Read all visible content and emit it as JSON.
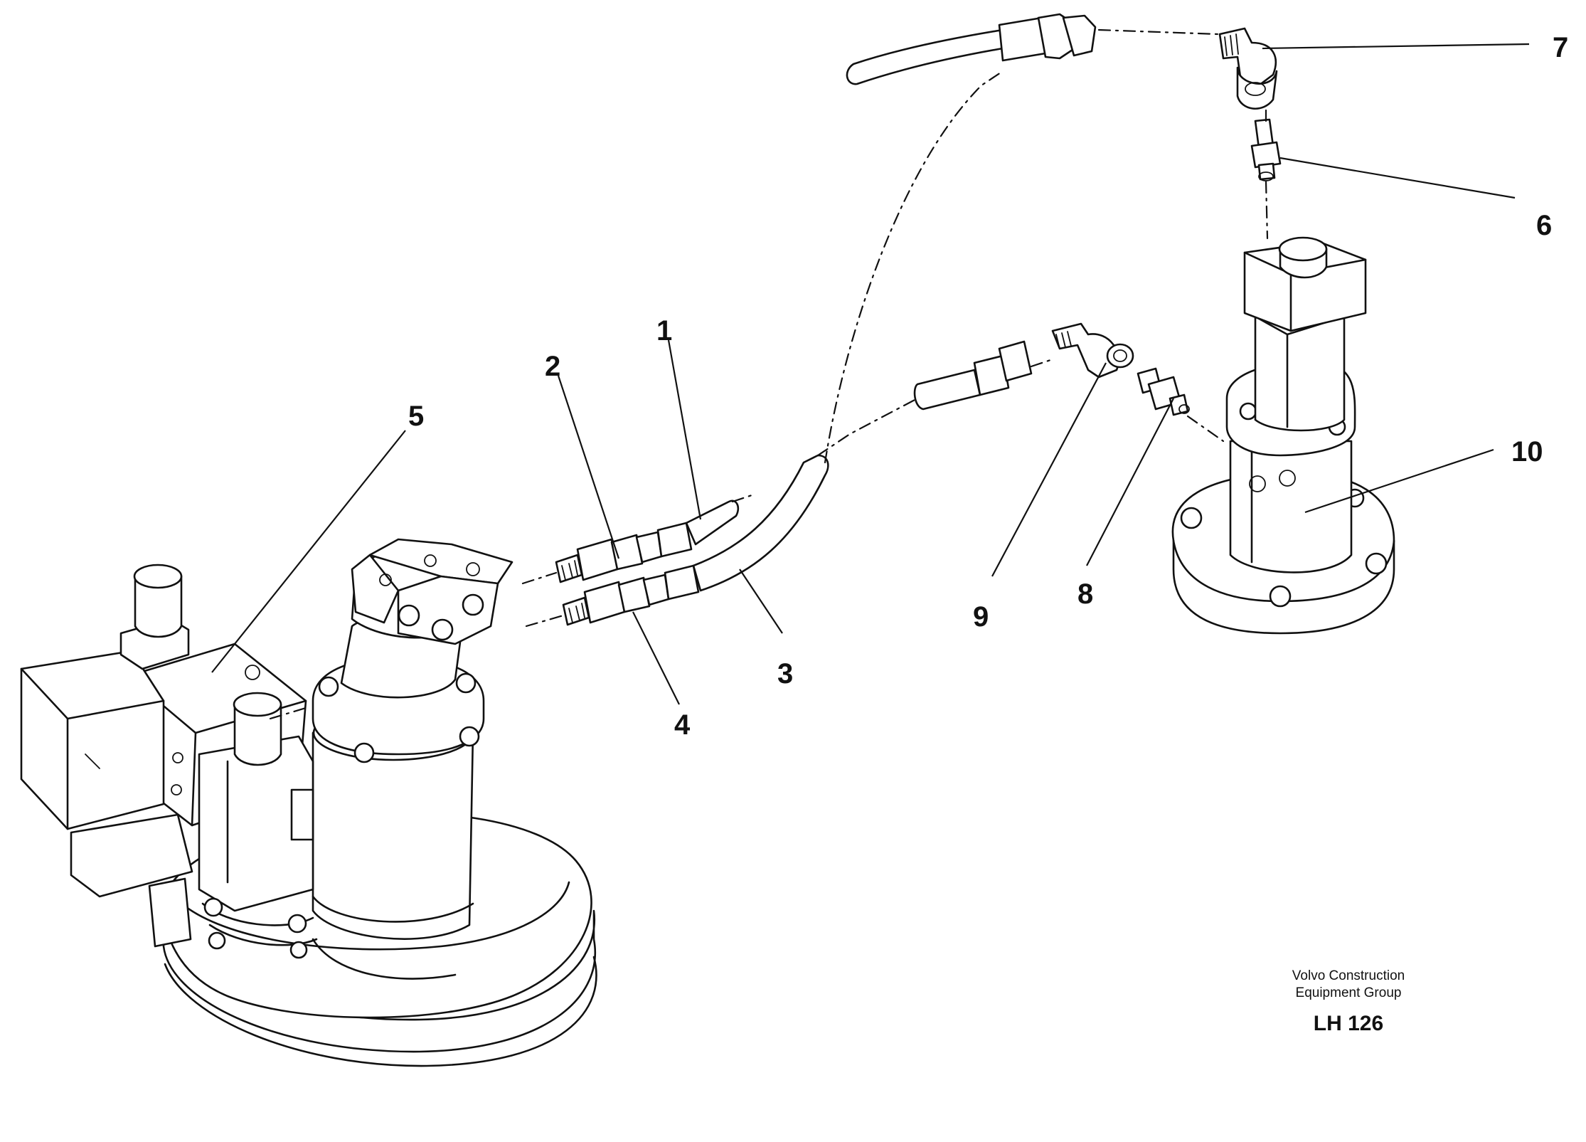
{
  "callouts": {
    "c1": "1",
    "c2": "2",
    "c3": "3",
    "c4": "4",
    "c5": "5",
    "c6": "6",
    "c7": "7",
    "c8": "8",
    "c9": "9",
    "c10": "10"
  },
  "publisher": {
    "line1": "Volvo Construction",
    "line2": "Equipment Group"
  },
  "drawing_code": "LH 126"
}
